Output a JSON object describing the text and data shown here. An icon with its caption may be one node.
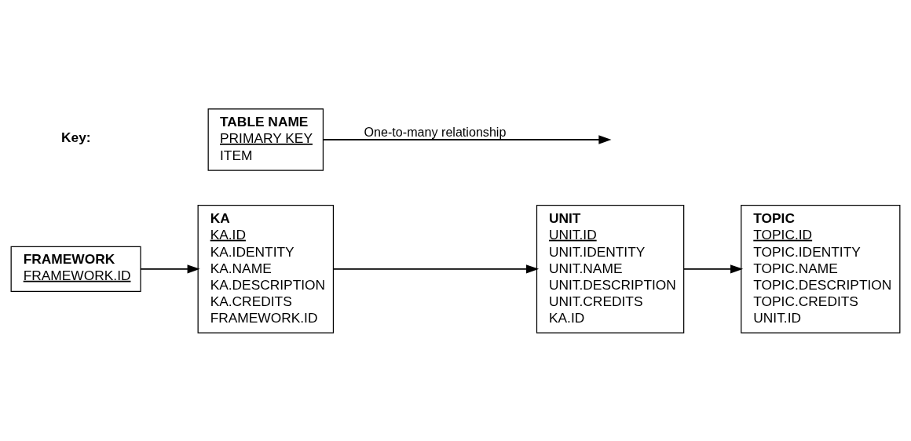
{
  "diagram": {
    "nodes": [
      {
        "text": [
          "FRAMEWORK",
          "FRAMEWORK.ID"
        ]
      },
      {
        "text": [
          "KA",
          "KA.ID",
          "KA.IDENTITY",
          "KA.NAME",
          "KA.DESCRIPTION",
          "KA.CREDITS",
          "FRAMEWORK.ID"
        ]
      },
      {
        "text": [
          "TOPIC",
          "TOPIC.ID",
          "TOPIC.IDENTITY",
          "TOPIC.NAME",
          "TOPIC.DESCRIPTION",
          "TOPIC.CREDITS",
          "UNIT.ID"
        ]
      },
      {
        "text": [
          "UNIT",
          "UNIT.ID",
          "UNIT.IDENTITY",
          "UNIT.NAME",
          "UNIT.DESCRIPTION",
          "UNIT.CREDITS",
          "KA.ID"
        ]
      },
      {
        "text": [
          "TABLE NAME",
          "PRIMARY KEY",
          "ITEM"
        ]
      }
    ],
    "edges": [
      {
        "from": 0,
        "to": 1,
        "arrow": "to"
      },
      {
        "from": 1,
        "to": 3,
        "arrow": "to"
      },
      {
        "from": 3,
        "to": 2,
        "arrow": "to"
      },
      {
        "from": 4,
        "to": null,
        "arrow": "to",
        "label": "One-to-many relationship"
      }
    ],
    "labels": [
      "Key:"
    ]
  }
}
